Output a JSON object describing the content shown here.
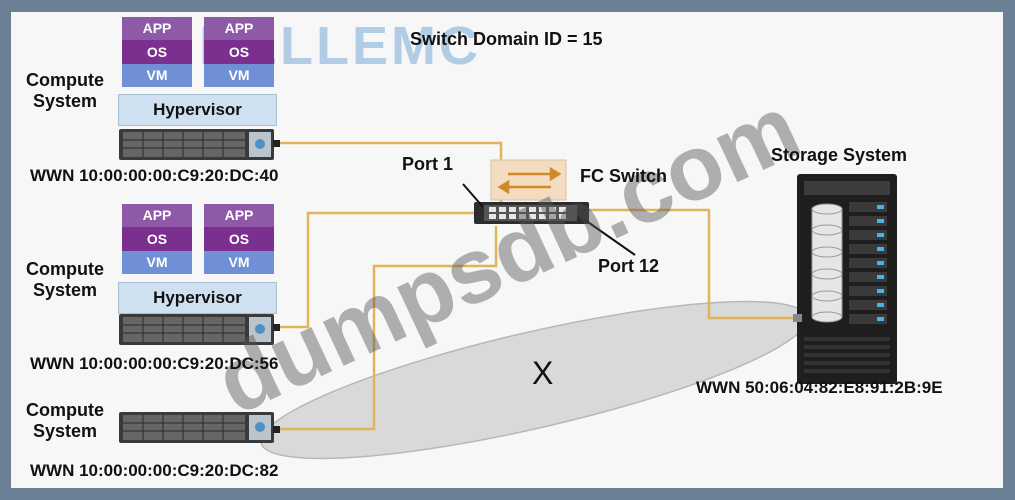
{
  "logo": {
    "text": "DELLEMC"
  },
  "switch_domain": "Switch Domain ID = 15",
  "compute_label": "Compute\nSystem",
  "stack": {
    "app": "APP",
    "os": "OS",
    "vm": "VM",
    "hypervisor": "Hypervisor"
  },
  "hosts": [
    {
      "label": "Compute\nSystem",
      "wwn": "WWN 10:00:00:00:C9:20:DC:40"
    },
    {
      "label": "Compute\nSystem",
      "wwn": "WWN 10:00:00:00:C9:20:DC:56"
    },
    {
      "label": "Compute\nSystem",
      "wwn": "WWN 10:00:00:00:C9:20:DC:82"
    }
  ],
  "fc_switch": {
    "label": "FC Switch",
    "port1": "Port 1",
    "port12": "Port 12"
  },
  "storage": {
    "label": "Storage System",
    "wwn": "WWN 50:06:04:82:E8:91:2B:9E"
  },
  "zone_label": "X",
  "watermark": "dumpsdb.com",
  "colors": {
    "cable": "#e0b458",
    "vm_purple": "#7b2f8f",
    "hypervisor": "#cfe0f0",
    "zone_fill": "#d9d9d9",
    "frame": "#6b7f95"
  }
}
